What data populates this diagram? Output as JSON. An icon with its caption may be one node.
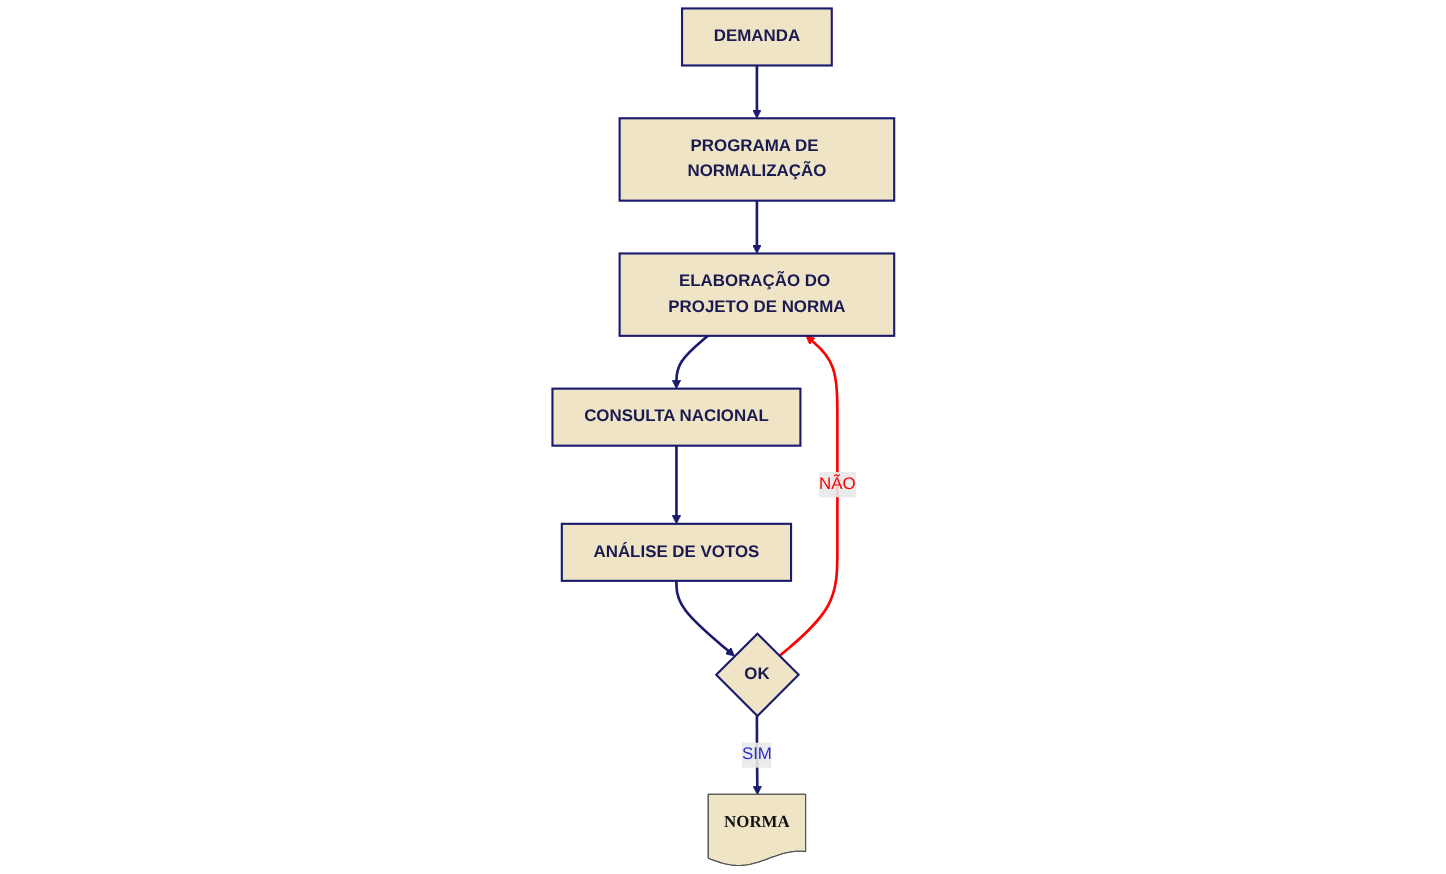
{
  "diagram": {
    "nodes": [
      {
        "text": [
          "DEMANDA"
        ]
      },
      {
        "text": [
          "PROGRAMA DE NORMALIZAÇÃO"
        ]
      },
      {
        "text": [
          "ELABORAÇÃO DO PROJETO DE NORMA"
        ]
      },
      {
        "text": [
          "CONSULTA NACIONAL"
        ]
      },
      {
        "text": [
          "ANÁLISE DE VOTOS"
        ]
      },
      {
        "text": [
          "OK"
        ]
      },
      {
        "text": [
          "NORMA"
        ]
      }
    ],
    "edges": [
      {
        "from": 0,
        "to": 1,
        "arrow": "to"
      },
      {
        "from": 1,
        "to": 2,
        "arrow": "to"
      },
      {
        "from": 2,
        "to": 3,
        "arrow": "to"
      },
      {
        "from": 3,
        "to": 4,
        "arrow": "to"
      },
      {
        "from": 4,
        "to": 5,
        "arrow": "to"
      },
      {
        "from": 5,
        "to": 6,
        "label": "SIM",
        "arrow": "to"
      },
      {
        "from": 5,
        "to": 2,
        "label": "NÃO",
        "arrow": "to",
        "color": "#ff0000"
      }
    ]
  }
}
